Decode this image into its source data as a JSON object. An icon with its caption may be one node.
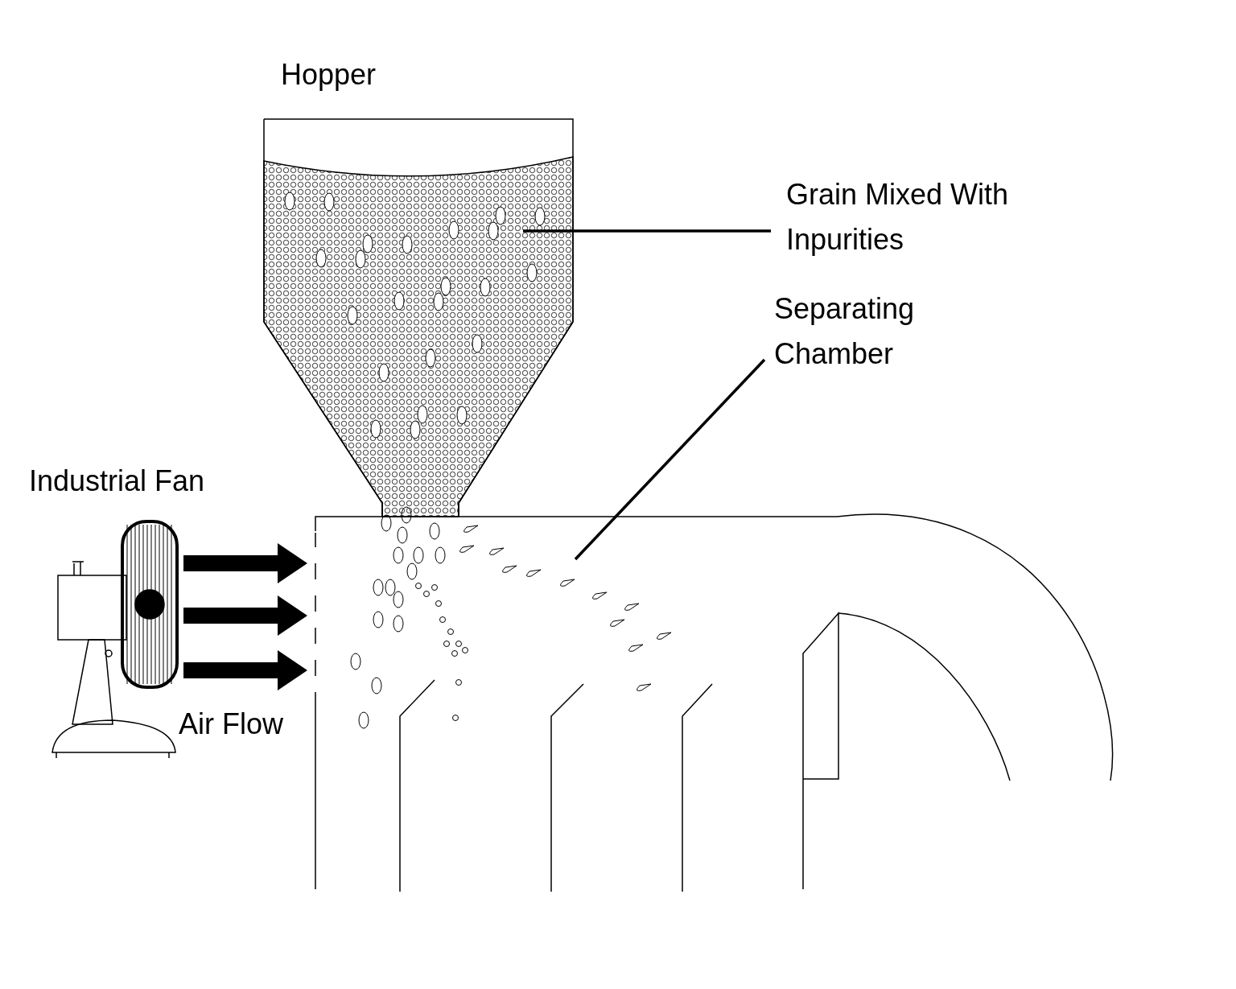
{
  "diagram": {
    "nodes": [
      {
        "text": [
          "Grain Mixed With Inpurities"
        ]
      },
      {
        "text": [],
        "shape": "picture"
      },
      {
        "text": [
          "Separating Chamber"
        ]
      },
      {
        "text": [],
        "shape": "picture"
      }
    ],
    "edges": [
      {
        "from": 0,
        "to": 1,
        "arrow": "none"
      },
      {
        "from": 2,
        "to": 3,
        "arrow": "none"
      }
    ],
    "labels": [
      "Hopper",
      "Industrial Fan",
      "Air Flow"
    ]
  }
}
